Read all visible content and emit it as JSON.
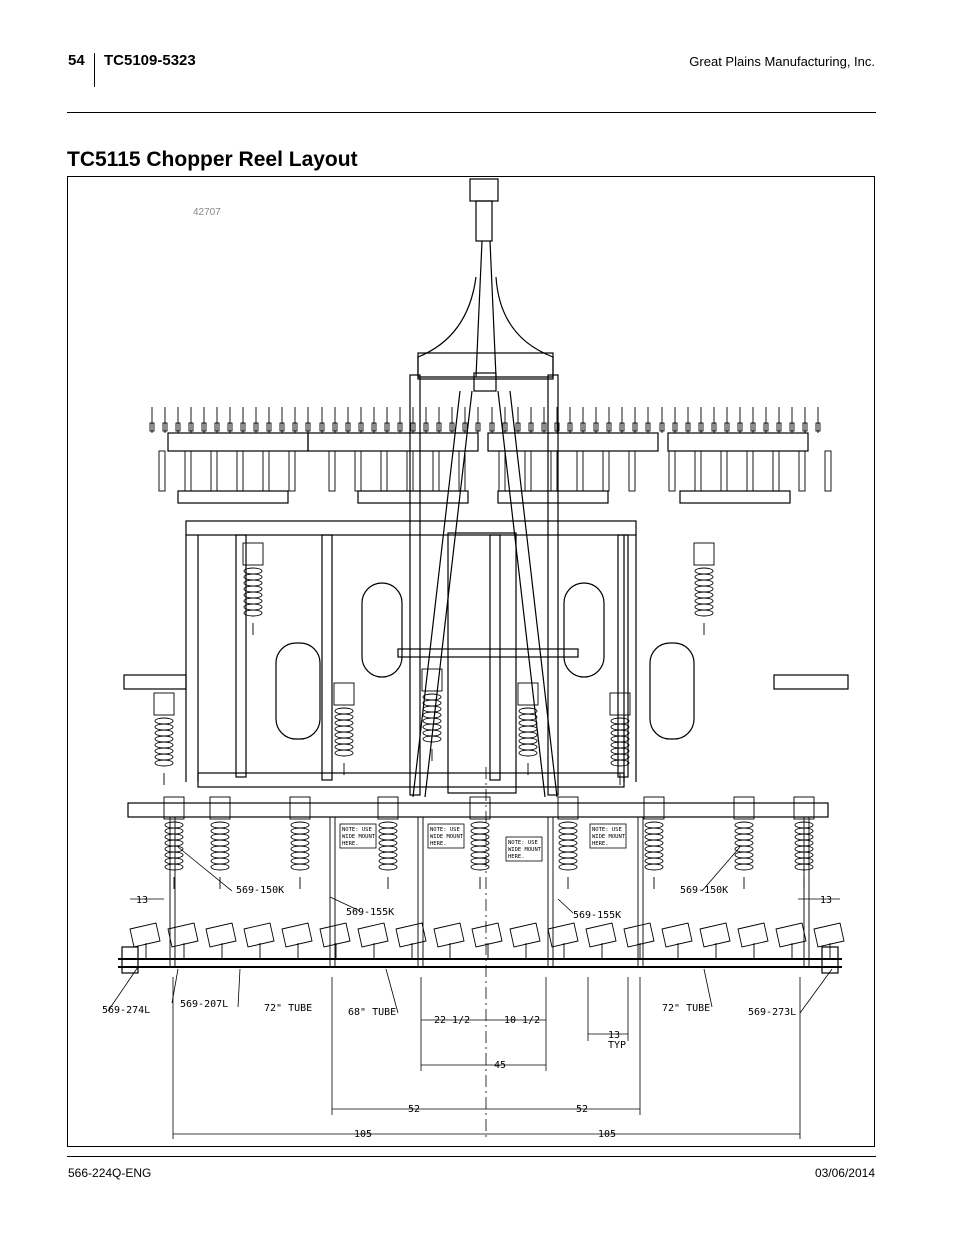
{
  "header": {
    "page_number": "54",
    "doc_number": "TC5109-5323",
    "company": "Great Plains Manufacturing, Inc."
  },
  "title": "TC5115 Chopper Reel Layout",
  "figure": {
    "figure_id": "42707",
    "part_labels": {
      "p150k_left": "569-150K",
      "p150k_right": "569-150K",
      "p155k_left": "569-155K",
      "p155k_right": "569-155K",
      "p274l": "569-274L",
      "p207l": "569-207L",
      "p273l": "569-273L",
      "tube72_left": "72\" TUBE",
      "tube68": "68\" TUBE",
      "tube72_right": "72\" TUBE"
    },
    "notes": {
      "line1": "NOTE: USE",
      "line2": "WIDE MOUNT",
      "line3": "HERE."
    },
    "dimensions": {
      "d13_left": "13",
      "d13_right": "13",
      "d22_5": "22 1/2",
      "d10_5": "10 1/2",
      "d13_typ": "13",
      "typ": "TYP",
      "d45": "45",
      "d52_left": "52",
      "d52_right": "52",
      "d105_left": "105",
      "d105_right": "105"
    }
  },
  "footer": {
    "doc_id": "566-224Q-ENG",
    "date": "03/06/2014"
  }
}
